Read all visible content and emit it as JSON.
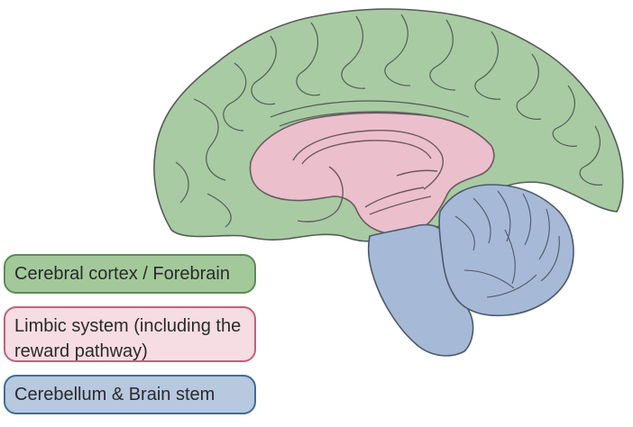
{
  "legend": [
    {
      "label": "Cerebral cortex / Forebrain",
      "fill": "#a3c99b",
      "border": "#5e8a57",
      "region_fill": "#a8cba3",
      "region_stroke": "#555b58"
    },
    {
      "label": "Limbic system (including the reward pathway)",
      "fill": "#f6dde3",
      "border": "#c2607c",
      "region_fill": "#ecbfcd",
      "region_stroke": "#6b5a60"
    },
    {
      "label": "Cerebellum & Brain stem",
      "fill": "#b7c8df",
      "border": "#3d6d99",
      "region_fill": "#a6b9d6",
      "region_stroke": "#4c5a6b"
    }
  ]
}
